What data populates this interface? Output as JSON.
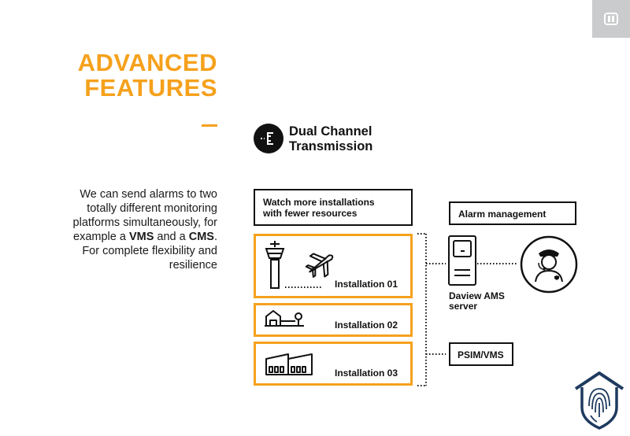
{
  "slide": {
    "title_line1": "ADVANCED",
    "title_line2": "FEATURES",
    "body_part1": "We can send alarms to two totally different monitoring platforms simultaneously, for example a ",
    "body_bold1": "VMS",
    "body_part2": " and a ",
    "body_bold2": "CMS",
    "body_part3": ". For complete flexibility and resilience"
  },
  "feature": {
    "title_line1": "Dual Channel",
    "title_line2": "Transmission",
    "icon": "dual-channel-icon"
  },
  "diagram": {
    "watch_line1": "Watch more installations",
    "watch_line2": "with fewer resources",
    "installations": [
      {
        "label": "Installation 01",
        "icon": "airport-tower-icon"
      },
      {
        "label": "Installation 02",
        "icon": "house-icon"
      },
      {
        "label": "Installation 03",
        "icon": "factory-icon"
      }
    ],
    "alarm_management": "Alarm management",
    "server_line1": "Daview AMS",
    "server_line2": "server",
    "psim_vms": "PSIM/VMS",
    "operator_icon": "security-operator-icon",
    "server_icon": "server-tower-icon"
  },
  "logo": {
    "icon": "fingerprint-house-shield-logo"
  },
  "colors": {
    "accent": "#f5a11c",
    "dark": "#111111",
    "corner_tab": "#c9cbcc",
    "logo_navy": "#1e3a5f"
  }
}
